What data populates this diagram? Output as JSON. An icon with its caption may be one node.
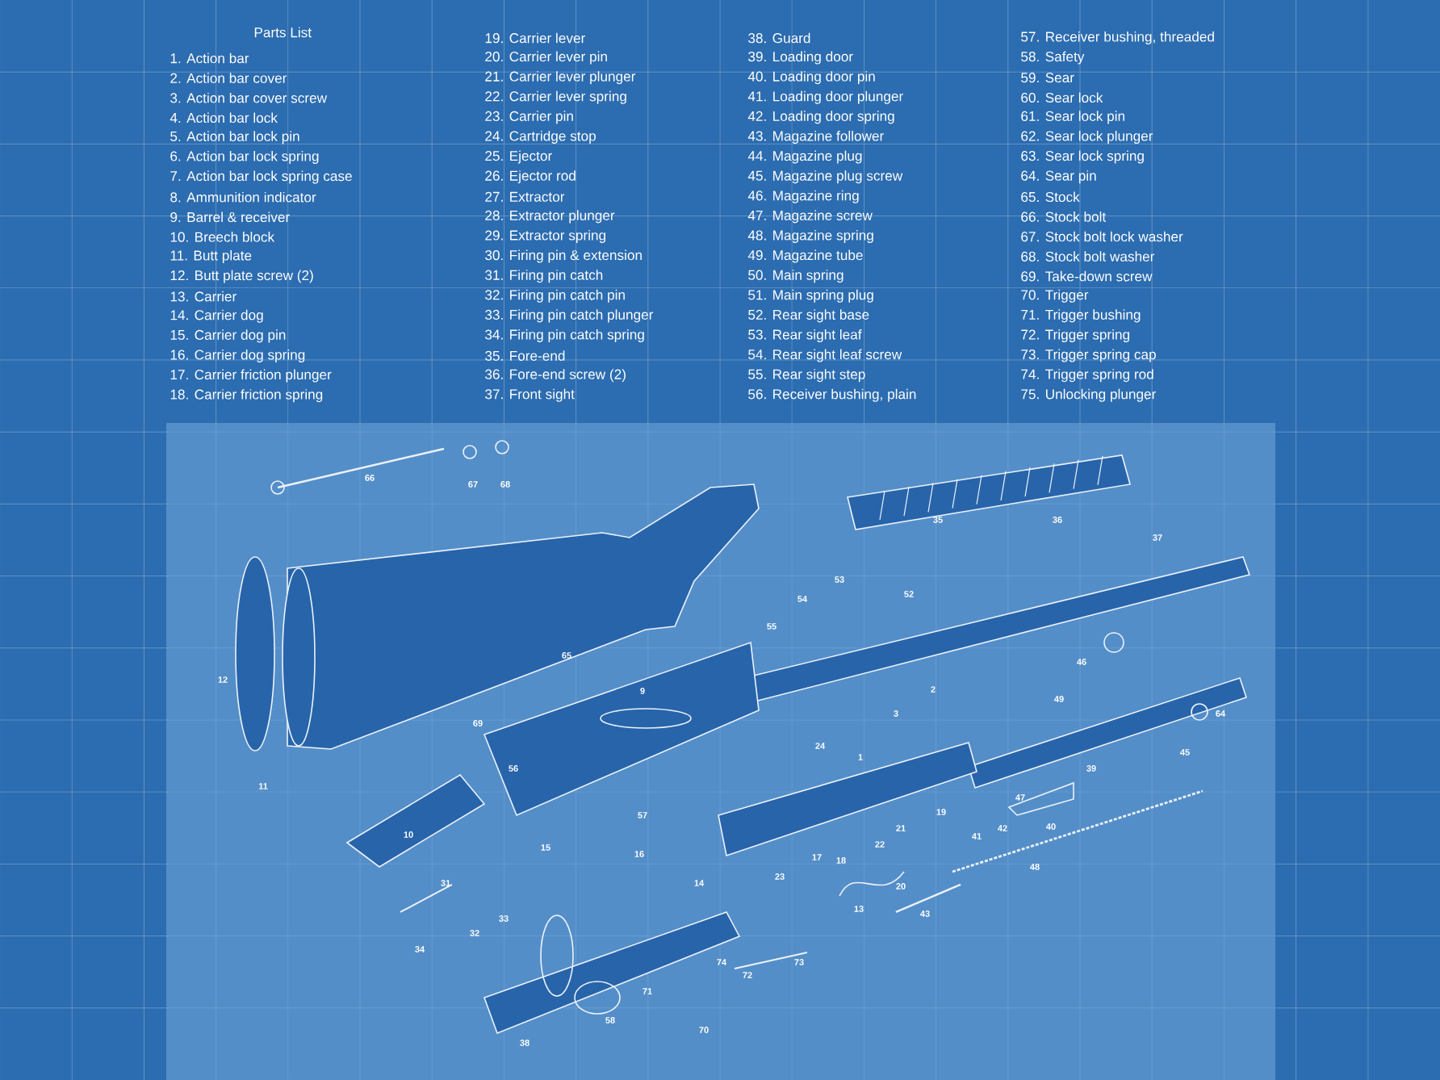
{
  "diagram": {
    "title": "Parts List",
    "labels": [
      "1. Action bar",
      "2. Action bar cover",
      "3. Action bar cover screw",
      "4. Action bar lock",
      "5. Action bar lock pin",
      "6. Action bar lock spring",
      "7. Action bar lock spring case",
      "8. Ammunition indicator",
      "9. Barrel & receiver",
      "10. Breech block",
      "11. Butt plate",
      "12. Butt plate screw (2)",
      "13. Carrier",
      "14. Carrier dog",
      "15. Carrier dog pin",
      "16. Carrier dog spring",
      "17. Carrier friction plunger",
      "18. Carrier friction spring",
      "19. Carrier lever",
      "20. Carrier lever pin",
      "21. Carrier lever plunger",
      "22. Carrier lever spring",
      "23. Carrier pin",
      "24. Cartridge stop",
      "25. Ejector",
      "26. Ejector rod",
      "27. Extractor",
      "28. Extractor plunger",
      "29. Extractor spring",
      "30. Firing pin & extension",
      "31. Firing pin catch",
      "32. Firing pin catch pin",
      "33. Firing pin catch plunger",
      "34. Firing pin catch spring",
      "35. Fore-end",
      "36. Fore-end screw (2)",
      "37. Front sight",
      "38. Guard",
      "39. Loading door",
      "40. Loading door pin",
      "41. Loading door plunger",
      "42. Loading door spring",
      "43. Magazine follower",
      "44. Magazine plug",
      "45. Magazine plug screw",
      "46. Magazine ring",
      "47. Magazine screw",
      "48. Magazine spring",
      "49. Magazine tube",
      "50. Main spring",
      "51. Main spring plug",
      "52. Rear sight base",
      "53. Rear sight leaf",
      "54. Rear sight leaf screw",
      "55. Rear sight step",
      "56. Receiver bushing, plain",
      "57. Receiver bushing, threaded",
      "58. Safety",
      "59. Sear",
      "60. Sear lock",
      "61. Sear lock pin",
      "62. Sear lock plunger",
      "63. Sear lock spring",
      "64. Sear pin",
      "65. Stock",
      "66. Stock bolt",
      "67. Stock bolt lock washer",
      "68. Stock bolt washer",
      "69. Take-down screw",
      "70. Trigger",
      "71. Trigger bushing",
      "72. Trigger spring",
      "73. Trigger spring cap",
      "74. Trigger spring rod",
      "75. Unlocking plunger",
      "66",
      "67",
      "68",
      "35",
      "36",
      "37",
      "54",
      "53",
      "52",
      "55",
      "65",
      "12",
      "46",
      "2",
      "9",
      "49",
      "64",
      "3",
      "69",
      "24",
      "1",
      "47",
      "45",
      "39",
      "56",
      "11",
      "57",
      "19",
      "21",
      "10",
      "42",
      "41",
      "40",
      "22",
      "15",
      "16",
      "18",
      "17",
      "48",
      "23",
      "20",
      "14",
      "31",
      "13",
      "33",
      "43",
      "32",
      "34",
      "74",
      "72",
      "73",
      "71",
      "38",
      "58",
      "70"
    ]
  }
}
